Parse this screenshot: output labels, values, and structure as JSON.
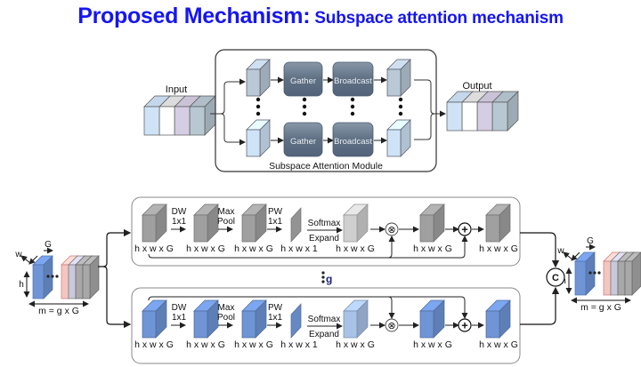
{
  "title": {
    "main": "Proposed Mechanism:",
    "sub": " Subspace attention mechanism"
  },
  "top_diagram": {
    "input_label": "Input",
    "output_label": "Output",
    "module_label": "Subspace Attention Module",
    "gather_label": "Gather",
    "broadcast_label": "Broadcast",
    "branch_count_shown": 2
  },
  "bottom_diagram": {
    "ops": {
      "dw": [
        "DW",
        "1x1"
      ],
      "maxpool": [
        "Max",
        "Pool"
      ],
      "pw": [
        "PW",
        "1x1"
      ],
      "softmax": "Softmax",
      "expand": "Expand"
    },
    "dims": {
      "hwG": "h x w x G",
      "hw1": "h x w x 1"
    },
    "g_label": "g",
    "concat_symbol": "C",
    "multiply_symbol": "⊗",
    "add_symbol": "+",
    "tensor_labels": {
      "w": "w",
      "h": "h",
      "G": "G",
      "m": "m = g x G"
    }
  },
  "colors": {
    "title": "#1616f0",
    "gray_cube": "#a0a0a0",
    "blue_cube": "#6f95d6",
    "light_blue_cube": "#a9c2e8",
    "module_box": "#5c6e80"
  }
}
